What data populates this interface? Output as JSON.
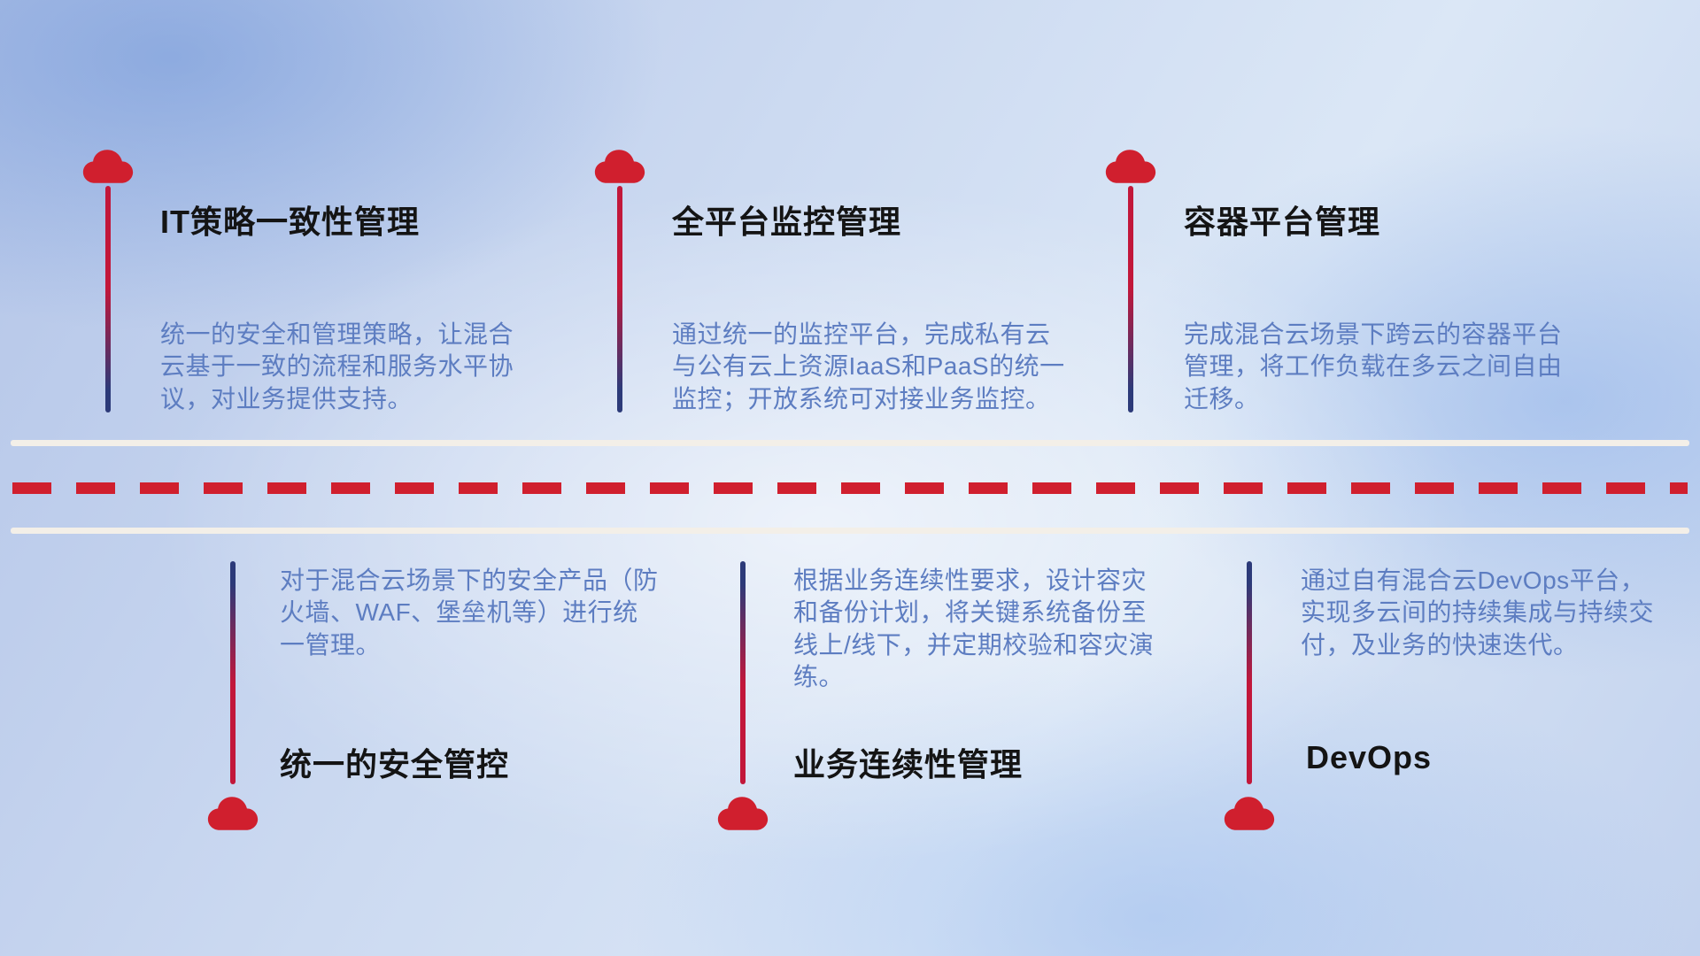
{
  "diagram": {
    "top_items": [
      {
        "title": "IT策略一致性管理",
        "description": "统一的安全和管理策略，让混合云基于一致的流程和服务水平协议，对业务提供支持。"
      },
      {
        "title": "全平台监控管理",
        "description": "通过统一的监控平台，完成私有云与公有云上资源IaaS和PaaS的统一监控；开放系统可对接业务监控。"
      },
      {
        "title": "容器平台管理",
        "description": "完成混合云场景下跨云的容器平台管理，将工作负载在多云之间自由迁移。"
      }
    ],
    "bottom_items": [
      {
        "title": "统一的安全管控",
        "description": "对于混合云场景下的安全产品（防火墙、WAF、堡垒机等）进行统一管理。"
      },
      {
        "title": "业务连续性管理",
        "description": "根据业务连续性要求，设计容灾和备份计划，将关键系统备份至线上/线下，并定期校验和容灾演练。"
      },
      {
        "title": "DevOps",
        "description": "通过自有混合云DevOps平台，实现多云间的持续集成与持续交付，及业务的快速迭代。"
      }
    ],
    "colors": {
      "cloud_red": "#d01f2e",
      "line_red": "#c2173a",
      "line_blue": "#2c3a79",
      "road_line": "#f3efe8",
      "dash_red": "#d01f2e",
      "title_text": "#141414",
      "description_text": "#5d7dc1"
    }
  }
}
